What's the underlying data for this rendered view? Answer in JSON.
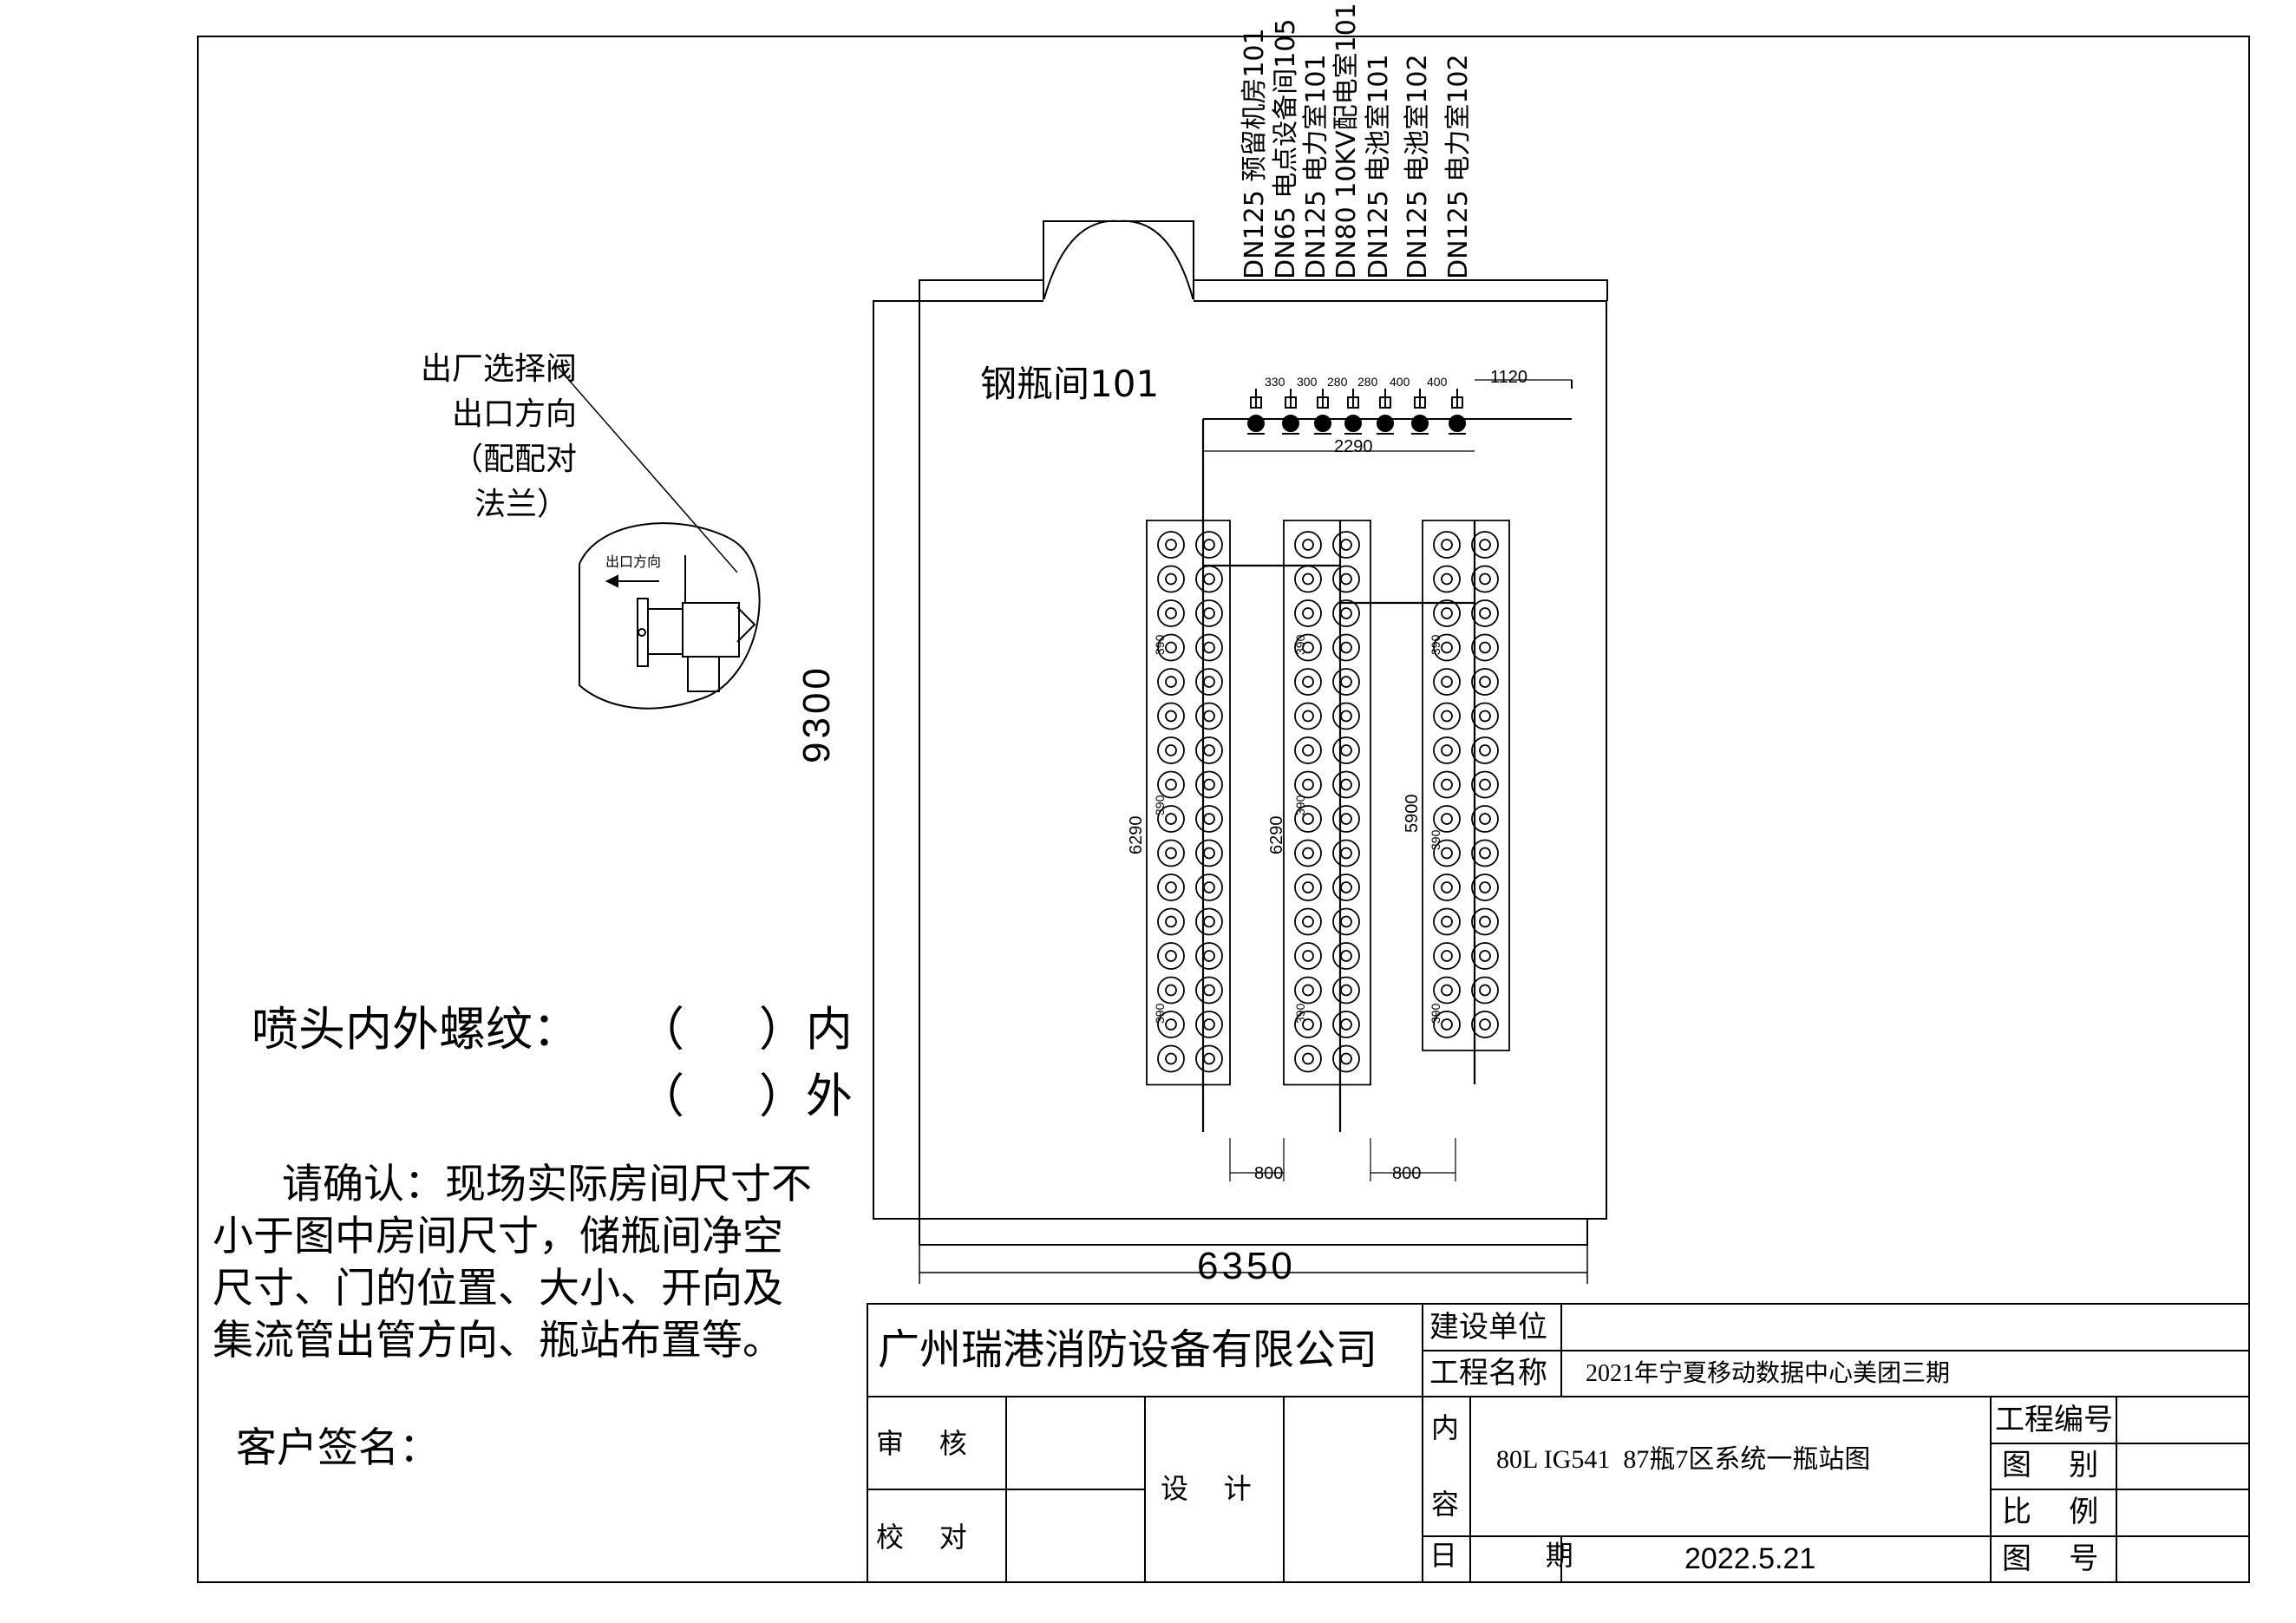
{
  "room": {
    "name": "钢瓶间101",
    "width_label": "6350",
    "height_label": "9300"
  },
  "pipes": [
    "DN125 预留机房101",
    "DN65 电点设备间105",
    "DN125 电力室101",
    "DN80 10KV配电室101",
    "DN125 电池室101",
    "DN125 电池室102",
    "DN125 电力室102"
  ],
  "dimensions": {
    "valve_spacing": [
      "330",
      "300",
      "280",
      "280",
      "400",
      "400"
    ],
    "header_right": "1120",
    "header_length": "2290",
    "rack1_length": "6290",
    "rack2_length": "6290",
    "rack3_length": "5900",
    "spacing": "390",
    "gap1": "800",
    "gap2": "800"
  },
  "valve_note": {
    "lines": [
      "出厂选择阀",
      "出口方向",
      "（配配对",
      "法兰）"
    ],
    "arrow_label": "出口方向"
  },
  "thread": {
    "label": "喷头内外螺纹：",
    "inner": "（     ）内",
    "outer": "（     ）外"
  },
  "confirm": {
    "lines": [
      "请确认：现场实际房间尺寸不",
      "小于图中房间尺寸，储瓶间净空",
      "尺寸、门的位置、大小、开向及",
      "集流管出管方向、瓶站布置等。"
    ],
    "signature": "客户签名："
  },
  "title_block": {
    "company": "广州瑞港消防设备有限公司",
    "build_unit_label": "建设单位",
    "build_unit_value": "",
    "project_label": "工程名称",
    "project_value": "2021年宁夏移动数据中心美团三期",
    "review_label": "审    核",
    "check_label": "校    对",
    "design_label": "设    计",
    "content_label_1": "内",
    "content_label_2": "容",
    "content_value": "80L IG541  87瓶7区系统一瓶站图",
    "project_no_label": "工程编号",
    "drawing_type_label": "图    别",
    "scale_label": "比    例",
    "drawing_no_label": "图    号",
    "date_label": "日          期",
    "date_value": "2022.5.21"
  }
}
